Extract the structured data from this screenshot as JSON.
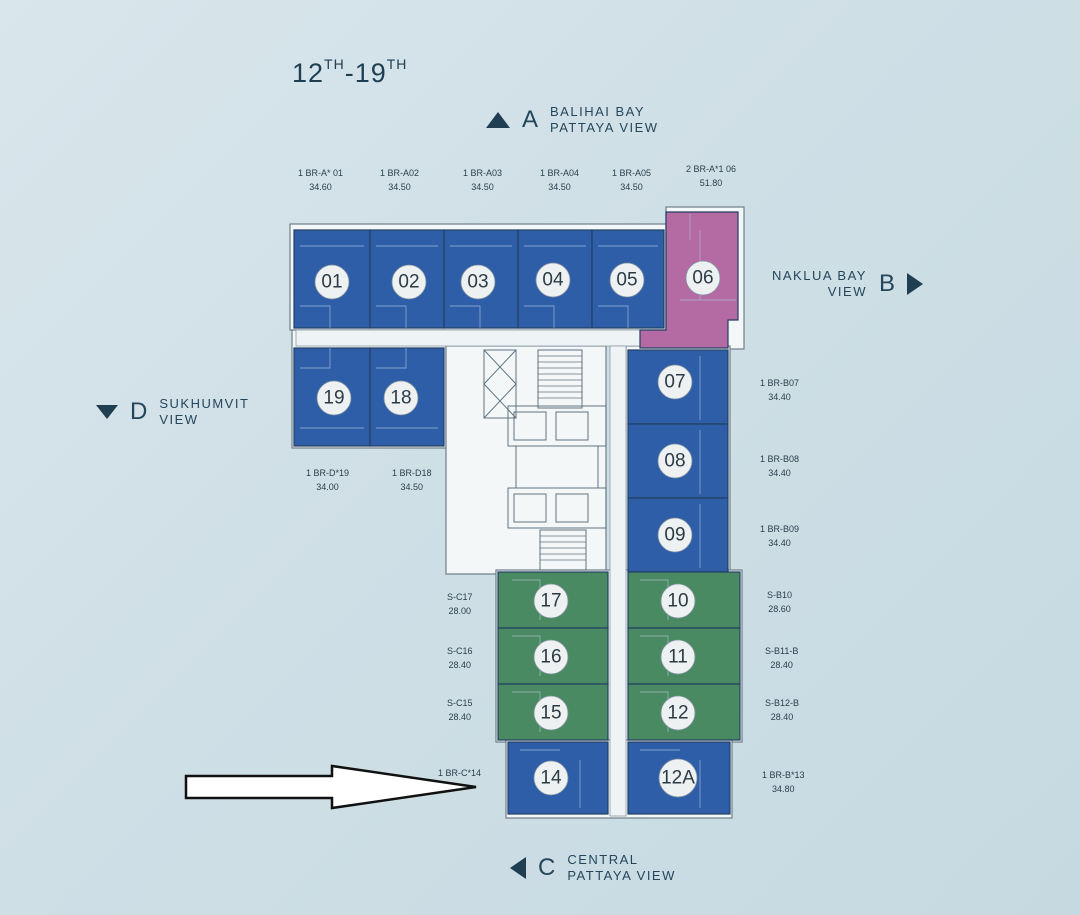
{
  "floor": {
    "title": "12",
    "sup1": "TH",
    "dash": "-19",
    "sup2": "TH"
  },
  "views": {
    "A": {
      "letter": "A",
      "name": "BALIHAI BAY\nPATTAYA VIEW"
    },
    "B": {
      "letter": "B",
      "name": "NAKLUA BAY\nVIEW"
    },
    "C": {
      "letter": "C",
      "name": "CENTRAL\nPATTAYA VIEW"
    },
    "D": {
      "letter": "D",
      "name": "SUKHUMVIT\nVIEW"
    }
  },
  "colors": {
    "blue": "#2f5ea8",
    "pink": "#b46aa3",
    "green": "#4a8a63",
    "core": "#eef3f5"
  },
  "units": [
    {
      "num": "01",
      "type": "1 BR-A* 01",
      "area": "34.60",
      "color": "blue"
    },
    {
      "num": "02",
      "type": "1 BR-A02",
      "area": "34.50",
      "color": "blue"
    },
    {
      "num": "03",
      "type": "1 BR-A03",
      "area": "34.50",
      "color": "blue"
    },
    {
      "num": "04",
      "type": "1 BR-A04",
      "area": "34.50",
      "color": "blue"
    },
    {
      "num": "05",
      "type": "1 BR-A05",
      "area": "34.50",
      "color": "blue"
    },
    {
      "num": "06",
      "type": "2 BR-A*1 06",
      "area": "51.80",
      "color": "pink"
    },
    {
      "num": "07",
      "type": "1 BR-B07",
      "area": "34.40",
      "color": "blue"
    },
    {
      "num": "08",
      "type": "1 BR-B08",
      "area": "34.40",
      "color": "blue"
    },
    {
      "num": "09",
      "type": "1 BR-B09",
      "area": "34.40",
      "color": "blue"
    },
    {
      "num": "10",
      "type": "S-B10",
      "area": "28.60",
      "color": "green"
    },
    {
      "num": "11",
      "type": "S-B11-B",
      "area": "28.40",
      "color": "green"
    },
    {
      "num": "12",
      "type": "S-B12-B",
      "area": "28.40",
      "color": "green"
    },
    {
      "num": "12A",
      "type": "1 BR-B*13",
      "area": "34.80",
      "color": "blue"
    },
    {
      "num": "14",
      "type": "1 BR-C*14",
      "area": "",
      "color": "blue"
    },
    {
      "num": "15",
      "type": "S-C15",
      "area": "28.40",
      "color": "green"
    },
    {
      "num": "16",
      "type": "S-C16",
      "area": "28.40",
      "color": "green"
    },
    {
      "num": "17",
      "type": "S-C17",
      "area": "28.00",
      "color": "green"
    },
    {
      "num": "18",
      "type": "1 BR-D18",
      "area": "34.50",
      "color": "blue"
    },
    {
      "num": "19",
      "type": "1 BR-D*19",
      "area": "34.00",
      "color": "blue"
    }
  ]
}
